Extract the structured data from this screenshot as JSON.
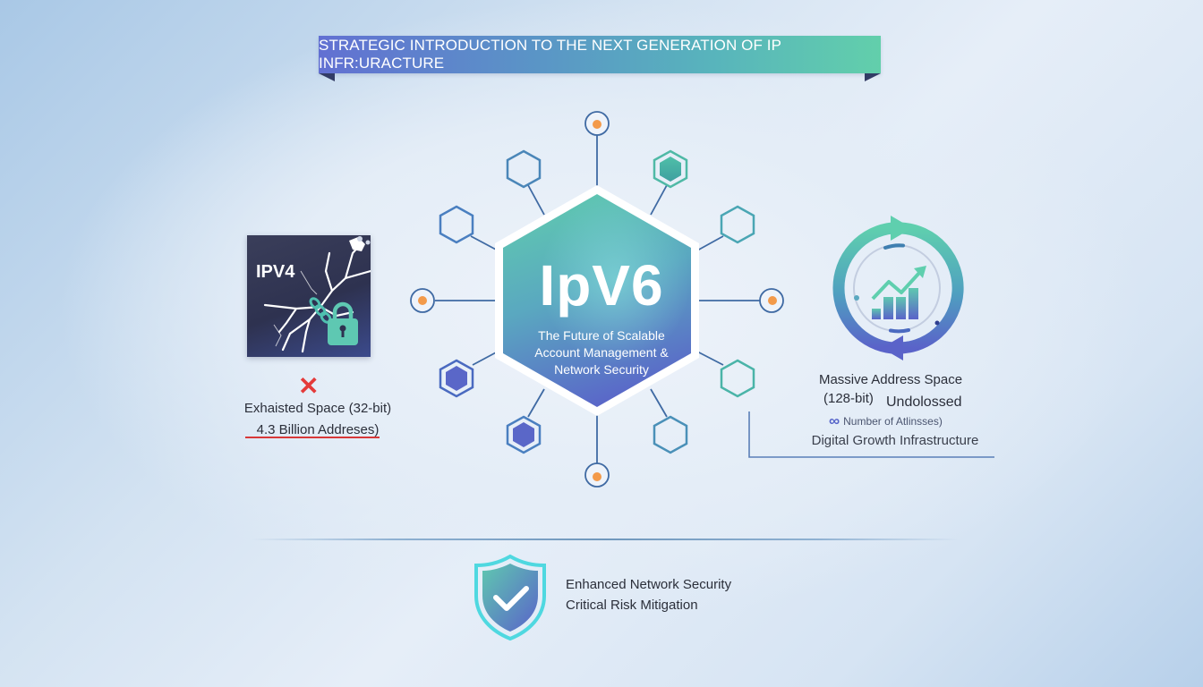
{
  "banner": {
    "title": "STRATEGIC INTRODUCTION TO THE NEXT GENERATION OF IP INFR:URACTURE",
    "gradient": [
      "#6270d2",
      "#62cfab"
    ],
    "fold_color": "#343d66"
  },
  "ipv4": {
    "label": "IPV4",
    "status_icon": "✕",
    "caption": "Exhaisted Space (32-bit)",
    "subcaption": "4.3 Billion Addreses)",
    "status_color": "#e43a3a"
  },
  "ipv6": {
    "title": "IpV6",
    "subtitle_lines": [
      "The Future of Scalable",
      "Account Management &",
      "Network Security"
    ],
    "gradient": [
      "#5fc8b0",
      "#5a63c9"
    ],
    "node_dot_color": "#f39a4a",
    "node_ring_color": "#3f6aa3"
  },
  "growth": {
    "caption_line1": "Massive Address Space",
    "caption_line2a": "(128-bit)",
    "caption_line2b": "Undolossed",
    "caption_line3": "Number of Atlinsses)",
    "infinity_symbol": "∞",
    "caption_line4": "Digital Growth Infrastructure"
  },
  "security": {
    "title": "Enhanced Network Security",
    "subtitle": "Critical Risk Mitigation",
    "shield_colors": [
      "#5fc8b0",
      "#5a63c9"
    ],
    "shield_outline": "#4fd8e0"
  }
}
